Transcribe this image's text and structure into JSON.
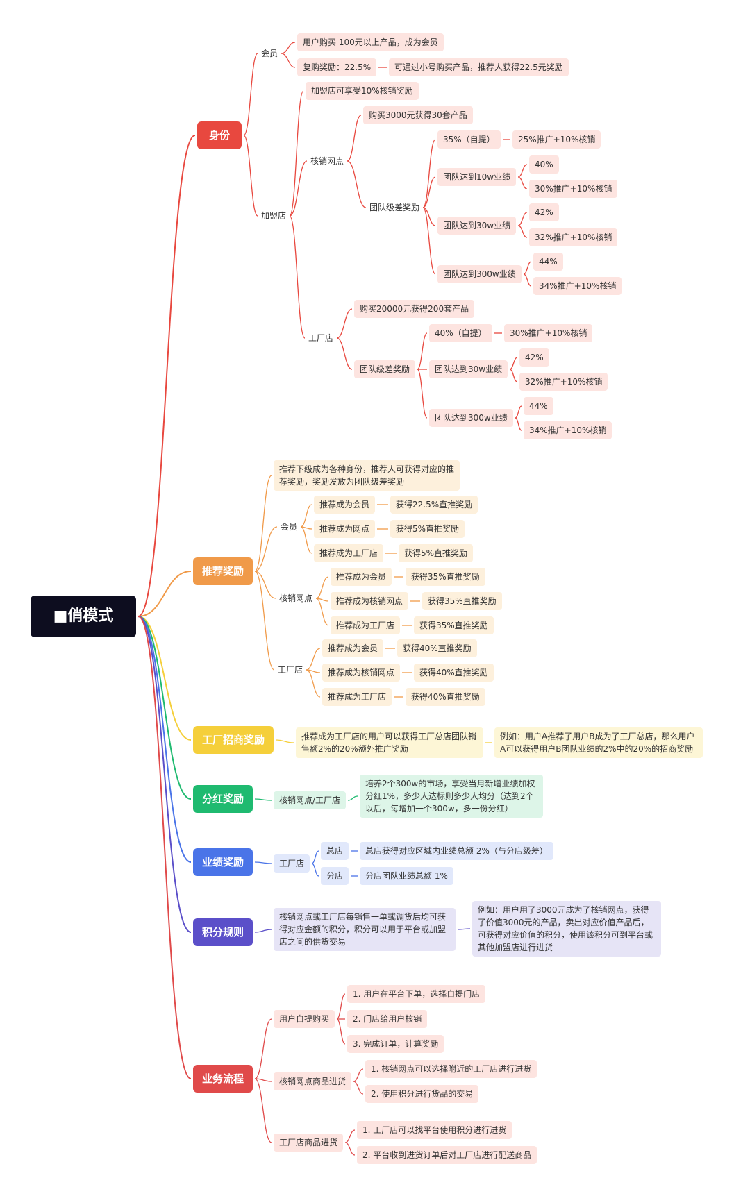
{
  "root": {
    "label": "■俏模式"
  },
  "colors": {
    "shenfen": "#e8483f",
    "tuijian": "#f09a49",
    "gongchang": "#f5cf3a",
    "fenhong": "#1fba70",
    "yeji": "#4a74e8",
    "jifen": "#5b4fc9",
    "liucheng": "#e04a4a"
  },
  "sections": {
    "shenfen": {
      "label": "身份",
      "huiyuan": {
        "label": "会员",
        "i1": "用户购买 100元以上产品，成为会员",
        "i2": "复购奖励：22.5%",
        "i2_note": "可通过小号购买产品，推荐人获得22.5元奖励"
      },
      "jiameng": {
        "label": "加盟店",
        "top": "加盟店可享受10%核销奖励",
        "hexiao": {
          "label": "核销网点",
          "buy": "购买3000元获得30套产品",
          "jicha": {
            "label": "团队级差奖励",
            "r1": "35%（自提）",
            "r1v": "25%推广+10%核销",
            "r2": "团队达到10w业绩",
            "r2a": "40%",
            "r2b": "30%推广+10%核销",
            "r3": "团队达到30w业绩",
            "r3a": "42%",
            "r3b": "32%推广+10%核销",
            "r4": "团队达到300w业绩",
            "r4a": "44%",
            "r4b": "34%推广+10%核销"
          }
        },
        "gongchang": {
          "label": "工厂店",
          "buy": "购买20000元获得200套产品",
          "jicha": {
            "label": "团队级差奖励",
            "r1": "40%（自提）",
            "r1v": "30%推广+10%核销",
            "r2": "团队达到30w业绩",
            "r2a": "42%",
            "r2b": "32%推广+10%核销",
            "r3": "团队达到300w业绩",
            "r3a": "44%",
            "r3b": "34%推广+10%核销"
          }
        }
      }
    },
    "tuijian": {
      "label": "推荐奖励",
      "desc": "推荐下级成为各种身份，推荐人可获得对应的推荐奖励，奖励发放为团队级差奖励",
      "huiyuan": {
        "label": "会员",
        "a1": "推荐成为会员",
        "a1v": "获得22.5%直推奖励",
        "a2": "推荐成为网点",
        "a2v": "获得5%直推奖励",
        "a3": "推荐成为工厂店",
        "a3v": "获得5%直推奖励"
      },
      "hexiao": {
        "label": "核销网点",
        "a1": "推荐成为会员",
        "a1v": "获得35%直推奖励",
        "a2": "推荐成为核销网点",
        "a2v": "获得35%直推奖励",
        "a3": "推荐成为工厂店",
        "a3v": "获得35%直推奖励"
      },
      "gongchang": {
        "label": "工厂店",
        "a1": "推荐成为会员",
        "a1v": "获得40%直推奖励",
        "a2": "推荐成为核销网点",
        "a2v": "获得40%直推奖励",
        "a3": "推荐成为工厂店",
        "a3v": "获得40%直推奖励"
      }
    },
    "gongchang": {
      "label": "工厂招商奖励",
      "desc": "推荐成为工厂店的用户可以获得工厂总店团队销售额2%的20%额外推广奖励",
      "example": "例如：用户A推荐了用户B成为了工厂总店，那么用户A可以获得用户B团队业绩的2%中的20%的招商奖励"
    },
    "fenhong": {
      "label": "分红奖励",
      "sub": "核销网点/工厂店",
      "desc": "培养2个300w的市场，享受当月新增业绩加权分红1%，多少人达标则多少人均分（达到2个以后，每增加一个300w，多一份分红）"
    },
    "yeji": {
      "label": "业绩奖励",
      "sub": "工厂店",
      "zong": "总店",
      "zong_v": "总店获得对应区域内业绩总额 2%（与分店级差）",
      "fen": "分店",
      "fen_v": "分店团队业绩总额 1%"
    },
    "jifen": {
      "label": "积分规则",
      "desc": "核销网点或工厂店每销售一单或调货后均可获得对应金额的积分，积分可以用于平台或加盟店之间的供货交易",
      "example": "例如：用户用了3000元成为了核销网点，获得了价值3000元的产品，卖出对应价值产品后，可获得对应价值的积分，使用该积分可到平台或其他加盟店进行进货"
    },
    "liucheng": {
      "label": "业务流程",
      "zitixg": {
        "label": "用户自提购买",
        "s1": "1. 用户在平台下单，选择自提门店",
        "s2": "2. 门店给用户核销",
        "s3": "3. 完成订单，计算奖励"
      },
      "hexiao": {
        "label": "核销网点商品进货",
        "s1": "1. 核销网点可以选择附近的工厂店进行进货",
        "s2": "2. 使用积分进行货品的交易"
      },
      "gongchang": {
        "label": "工厂店商品进货",
        "s1": "1. 工厂店可以找平台使用积分进行进货",
        "s2": "2. 平台收到进货订单后对工厂店进行配送商品"
      }
    }
  }
}
